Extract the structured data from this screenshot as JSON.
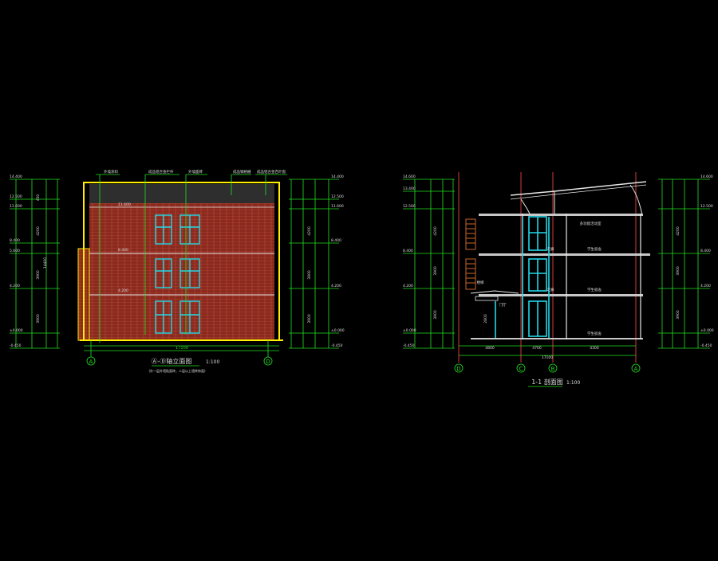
{
  "app": {
    "title": "",
    "background_color": "#000000"
  },
  "colors": {
    "dimension_green": "#22e022",
    "elevation_white": "#e6e6e6",
    "outline_yellow": "#ffee00",
    "brick_red": "#8a2a1e",
    "window_cyan": "#22d8e8",
    "grid_red": "#d23a3a",
    "dark_slab": "#333333",
    "label_white": "#dcdcdc",
    "stair_orange": "#c86428"
  },
  "elevation": {
    "title": "Ⓐ-Ⓓ轴立面图",
    "scale": "1:100",
    "subtitle": "(外一层外墙贴面砖，二层以上墙砖饰面)",
    "total_width": "17100",
    "axis_left": "A",
    "axis_right": "D",
    "leaders": [
      "外墙涂料",
      "成品铝合金栏杆",
      "外墙面砖",
      "成品钢格栅",
      "成品铝合金百叶窗"
    ],
    "levels_left": [
      "14.400",
      "12.500",
      "11.600",
      "8.400",
      "5.600",
      "4.200",
      "±0.000",
      "-0.450"
    ],
    "levels_right": [
      "14.400",
      "12.500",
      "11.600",
      "8.400",
      "4.200",
      "±0.000",
      "-0.450"
    ],
    "level_marks": [
      "11.600",
      "8.400",
      "4.200"
    ],
    "dims": [
      "3900",
      "3900",
      "4200",
      "450",
      "14400"
    ]
  },
  "section": {
    "title": "1-1 剖面图",
    "scale": "1:100",
    "axes": [
      "D",
      "C",
      "B",
      "A"
    ],
    "dims_bottom": [
      "4800",
      "4700",
      "4300"
    ],
    "total_width": "17100",
    "levels_left": [
      "14.600",
      "13.400",
      "12.500",
      "8.400",
      "4.200",
      "±0.000",
      "-0.450"
    ],
    "levels_right": [
      "14.600",
      "12.500",
      "8.400",
      "4.200",
      "±0.000",
      "-0.450"
    ],
    "room_labels": [
      "多功能活动室",
      "走廊",
      "学生宿舍",
      "走廊",
      "学生宿舍",
      "门厅",
      "学生宿舍",
      "楼梯"
    ],
    "dims": [
      "3900",
      "3900",
      "4200",
      "2800"
    ]
  }
}
